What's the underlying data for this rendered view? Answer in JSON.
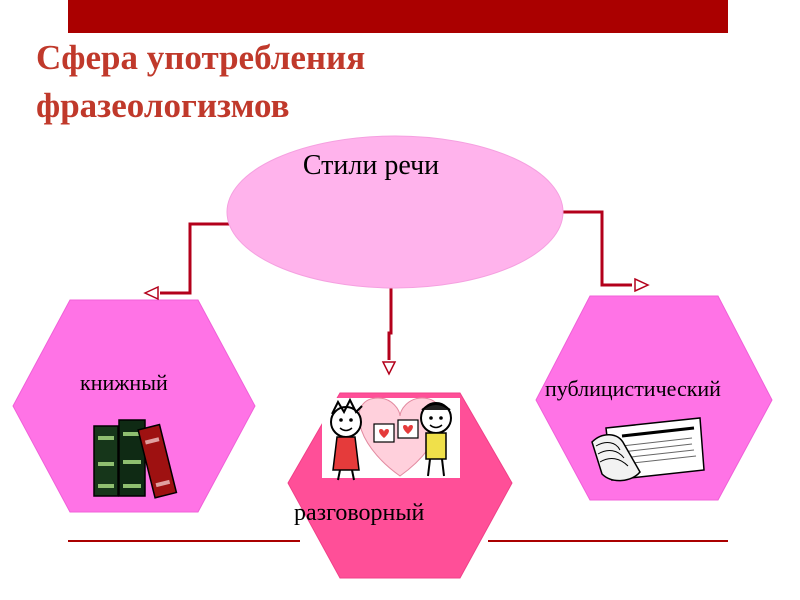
{
  "slide": {
    "title_line1": "Сфера употребления",
    "title_line2": "фразеологизмов"
  },
  "diagram": {
    "center": "Стили речи",
    "styles": [
      "книжный",
      "разговорный",
      "публицистический"
    ]
  },
  "colors": {
    "top_bar": "#aa0000",
    "title": "#c0392b",
    "ellipse": "#ffb3ec",
    "hexagon_side": "#ff73e6",
    "hexagon_middle": "#ff4f98",
    "connector": "#b3001b",
    "divider": "#aa0000"
  },
  "icons": [
    "books-icon",
    "children-heart-icon",
    "newspaper-icon"
  ]
}
